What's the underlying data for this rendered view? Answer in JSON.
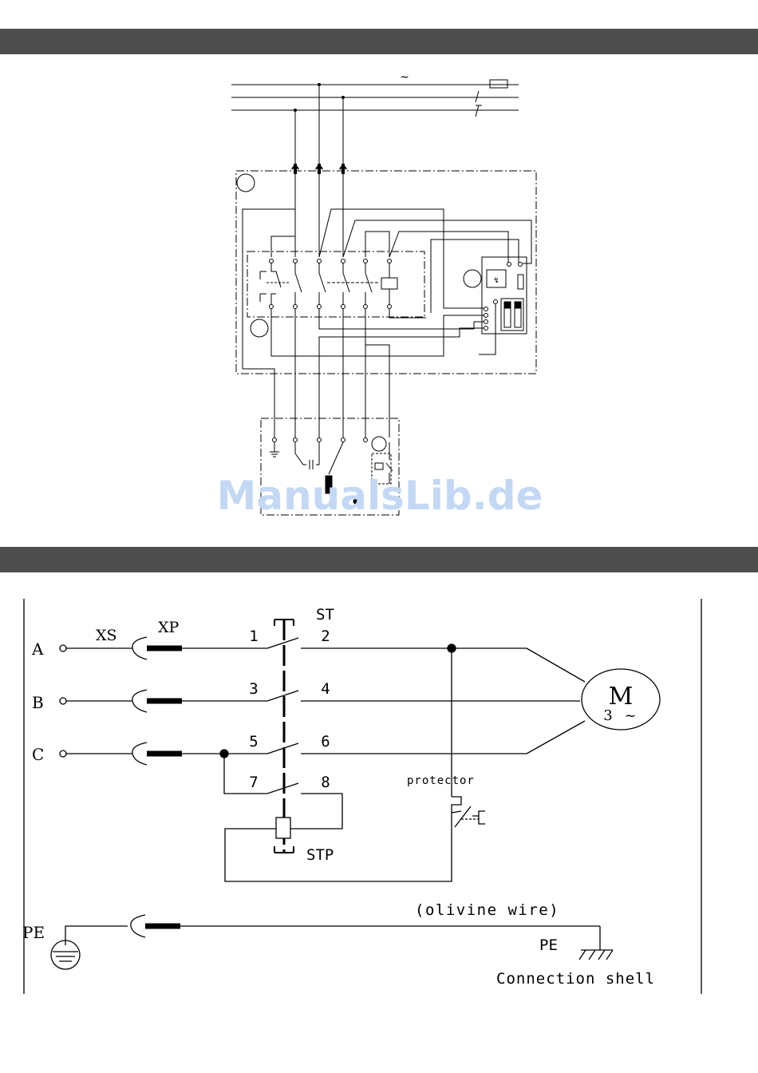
{
  "watermark": "ManualsLib.de",
  "diagram1": {
    "ac_symbol": "~"
  },
  "diagram2": {
    "phases": [
      "A",
      "B",
      "C"
    ],
    "pe_left": "PE",
    "xs": "XS",
    "xp": "XP",
    "switch_label": "ST",
    "stop_label": "STP",
    "contacts": [
      "1",
      "2",
      "3",
      "4",
      "5",
      "6",
      "7",
      "8"
    ],
    "motor_letter": "M",
    "motor_phase": "3",
    "motor_ac": "~",
    "protector": "protector",
    "olivine": "(olivine wire)",
    "pe_right": "PE",
    "connection_shell": "Connection shell"
  },
  "colors": {
    "bar": "#4d4d4d",
    "line": "#000000",
    "watermark": "#c4d8f4"
  }
}
